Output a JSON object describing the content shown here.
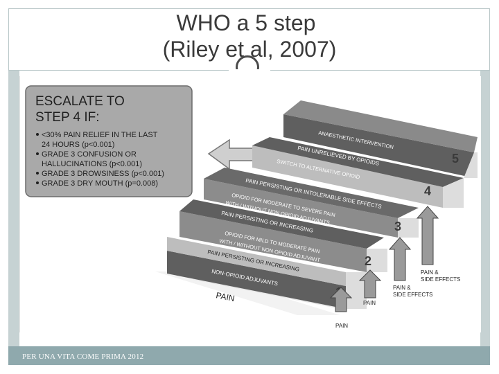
{
  "slide": {
    "title_line1": "WHO a 5 step",
    "title_line2": "(Riley et al, 2007)",
    "footer": "PER UNA VITA COME PRIMA 2012"
  },
  "escalate_box": {
    "heading1": "ESCALATE TO",
    "heading2": "STEP 4 IF:",
    "bullets": [
      "<30% PAIN RELIEF IN THE LAST",
      "24 HOURS (p<0.001)",
      "GRADE 3 CONFUSION OR",
      "HALLUCINATIONS (p<0.001)",
      "GRADE 3 DROWSINESS (p<0.001)",
      "GRADE 3 DRY MOUTH (p=0.008)"
    ]
  },
  "steps": {
    "base_label": "PAIN",
    "step1_riser": "NON-OPIOID ADJUVANTS",
    "step2_tread": "PAIN PERSISTING OR INCREASING",
    "step2_riser_line1": "OPIOID FOR MILD TO MODERATE PAIN",
    "step2_riser_line2": "WITH / WITHOUT NON OPIOID ADJUVANT",
    "step3_tread": "PAIN PERSISTING OR INCREASING",
    "step3_riser_line1": "OPIOID FOR MODERATE TO SEVERE PAIN",
    "step3_riser_line2": "WITH / WITHOUT NON OPIOID ADJUVANTS",
    "step4_tread": "PAIN PERSISTING OR INTOLERABLE SIDE EFFECTS",
    "step4_riser": "SWITCH TO ALTERNATIVE OPIOID",
    "step5_tread": "PAIN UNRELIEVED BY OPIOIDS",
    "step5_riser": "ANAESTHETIC INTERVENTION",
    "numbers": [
      "1",
      "2",
      "3",
      "4",
      "5"
    ]
  },
  "arrows": {
    "a1": "PAIN",
    "a2": "PAIN",
    "a3_line1": "PAIN &",
    "a3_line2": "SIDE EFFECTS",
    "a4_line1": "PAIN &",
    "a4_line2": "SIDE EFFECTS"
  },
  "colors": {
    "step_dark": "#5f5f5f",
    "step_mid": "#8c8c8c",
    "step_light": "#bdbdbd",
    "box_fill": "#a9a9a9",
    "footer_bar": "#8fa9ad",
    "frame": "#b9c7c8"
  }
}
